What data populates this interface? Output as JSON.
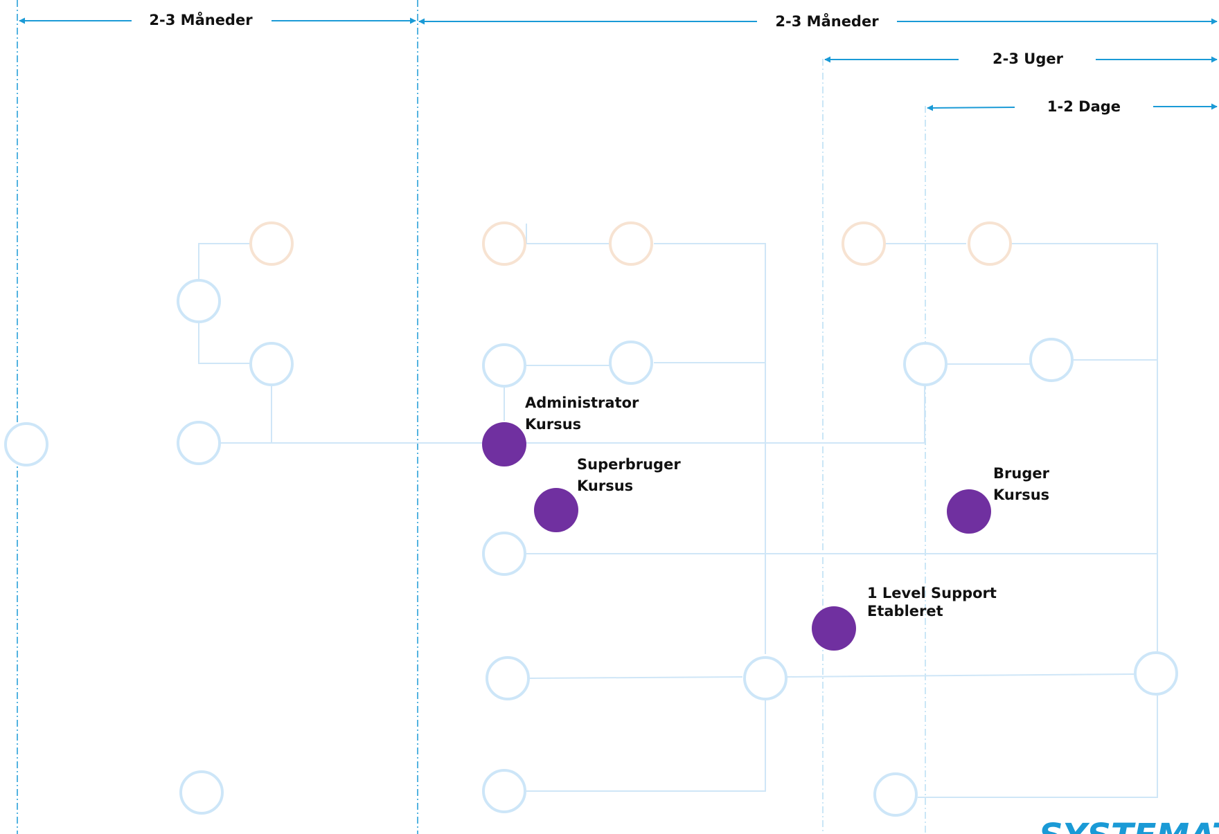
{
  "durations": {
    "phase1": "2-3 Måneder",
    "phase2": "2-3 Måneder",
    "weeks": "2-3 Uger",
    "days": "1-2 Dage"
  },
  "milestones": {
    "admin": {
      "line1": "Administrator",
      "line2": "Kursus"
    },
    "superuser": {
      "line1": "Superbruger",
      "line2": "Kursus"
    },
    "user": {
      "line1": "Bruger",
      "line2": "Kursus"
    },
    "support": {
      "line1": "1 Level Support",
      "line2": "Etableret"
    }
  },
  "colors": {
    "timeline": "#1a9ad6",
    "network_line": "#cfe6f7",
    "network_node": "#cde6f8",
    "peach_node": "#f7e3d2",
    "milestone": "#7030a0",
    "text": "#111111"
  },
  "logo_text": "SYSTEMATIC"
}
